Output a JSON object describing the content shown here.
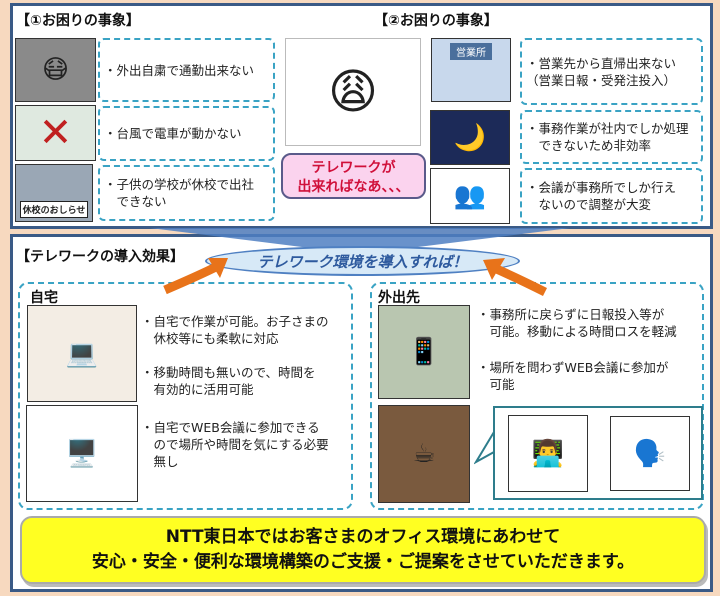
{
  "top": {
    "section1_title": "【①お困りの事象】",
    "section2_title": "【②お困りの事象】",
    "issues1": [
      "・外出自粛で通勤出来ない",
      "・台風で電車が動かない",
      "・子供の学校が休校で出社\n　できない"
    ],
    "image_labels": {
      "school_notice": "休校のおしらせ",
      "sales_office": "営業所"
    },
    "bubble": "テレワークが\n出来ればなあ、、、",
    "issues2": [
      "・営業先から直帰出来ない\n（営業日報・受発注投入）",
      "・事務作業が社内でしか処理\n　できないため非効率",
      "・会議が事務所でしか行え\n　ないので調整が大変"
    ]
  },
  "bottom": {
    "title": "【テレワークの導入効果】",
    "cloud": "テレワーク環境を導入すれば！",
    "home": {
      "label": "自宅",
      "points": [
        "・自宅で作業が可能。お子さまの\n　休校等にも柔軟に対応",
        "・移動時間も無いので、時間を\n　有効的に活用可能",
        "・自宅でWEB会議に参加できる\n　ので場所や時間を気にする必要\n　無し"
      ]
    },
    "outside": {
      "label": "外出先",
      "points": [
        "・事務所に戻らずに日報投入等が\n　可能。移動による時間ロスを軽減",
        "・場所を問わずWEB会議に参加が\n　可能"
      ]
    },
    "banner": [
      "NTT東日本ではお客さまのオフィス環境にあわせて",
      "安心・安全・便利な環境構築のご支援・ご提案をさせていただきます。"
    ]
  },
  "colors": {
    "accent": "#3aa3c4",
    "border": "#3a5a86",
    "banner": "#ffff22",
    "bubble": "#fbd3ee",
    "arrow": "#e8731a"
  }
}
